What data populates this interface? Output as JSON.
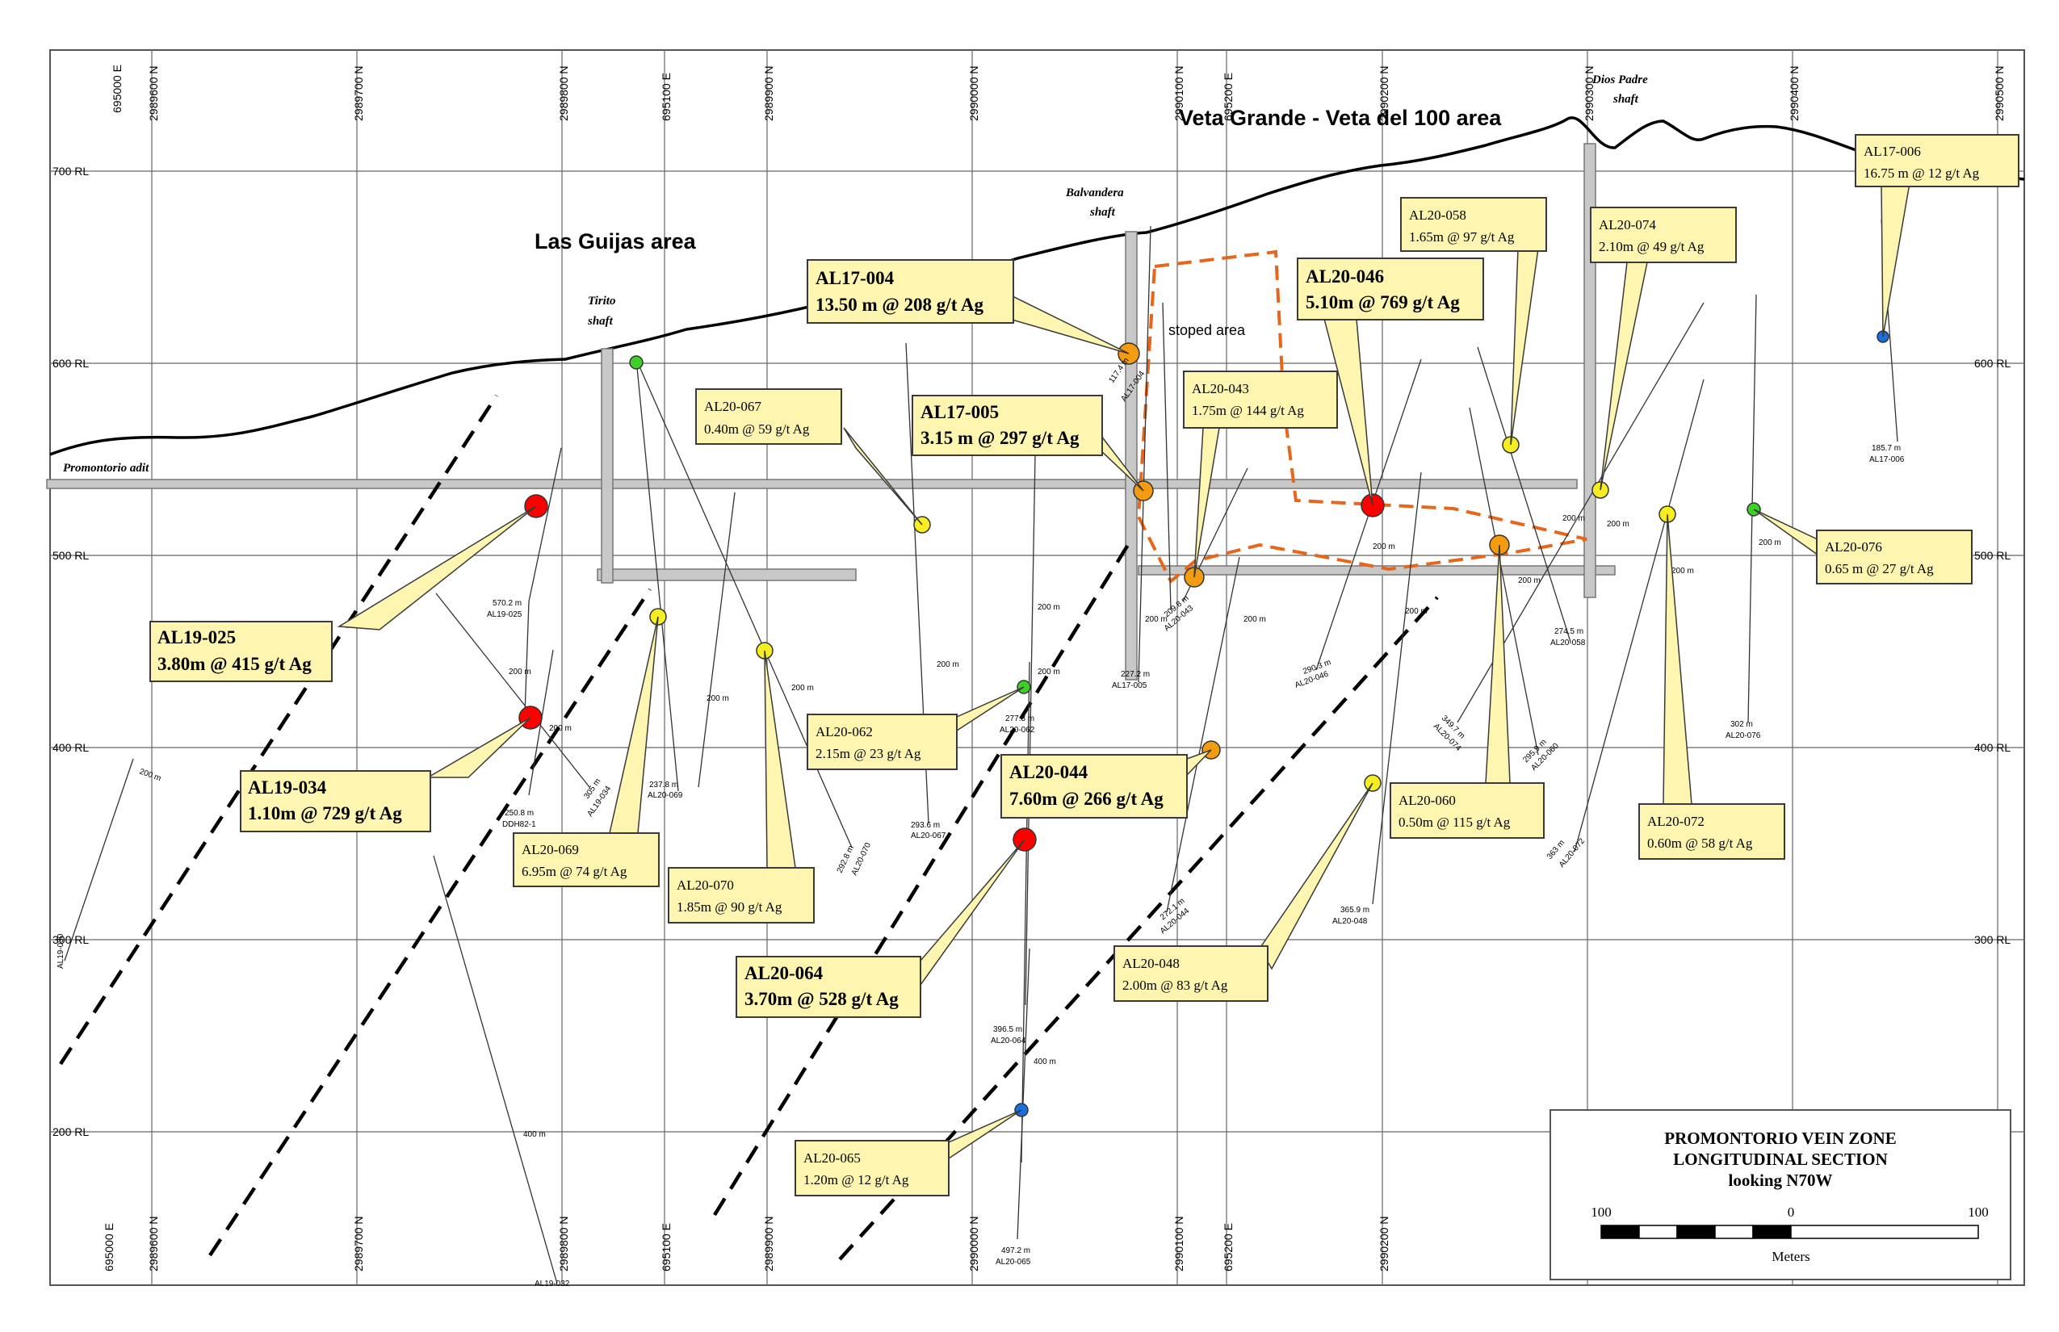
{
  "map": {
    "area_labels": {
      "veta_grande": "Veta Grande - Veta del 100 area",
      "las_guijas": "Las Guijas area",
      "stoped_area": "stoped area"
    },
    "shafts": {
      "tirito_line1": "Tirito",
      "tirito_line2": "shaft",
      "balvandera_line1": "Balvandera",
      "balvandera_line2": "shaft",
      "dios_padre_line1": "Dios Padre",
      "dios_padre_line2": "shaft",
      "promontorio_adit": "Promontorio adit"
    },
    "rl_labels": [
      "700 RL",
      "600 RL",
      "500 RL",
      "400 RL",
      "300 RL",
      "200 RL"
    ],
    "top_grid_labels": [
      "695000 E",
      "2989600 N",
      "2989700 N",
      "2989800 N",
      "695100 E",
      "2989900 N",
      "2990000 N",
      "2990100 N",
      "695200 E",
      "2990200 N",
      "2990300 N",
      "2990400 N",
      "2990500 N"
    ],
    "bottom_grid_labels": [
      "695000 E",
      "2989600 N",
      "2989700 N",
      "2989800 N",
      "695100 E",
      "2989900 N",
      "2990000 N",
      "2990100 N",
      "695200 E",
      "2990200 N"
    ],
    "callouts": [
      {
        "id": "AL19-025",
        "line1": "AL19-025",
        "line2": "3.80m @ 415 g/t Ag"
      },
      {
        "id": "AL19-034",
        "line1": "AL19-034",
        "line2": "1.10m @ 729 g/t Ag"
      },
      {
        "id": "AL20-069",
        "line1": "AL20-069",
        "line2": "6.95m @ 74 g/t Ag"
      },
      {
        "id": "AL20-070",
        "line1": "AL20-070",
        "line2": "1.85m @ 90 g/t Ag"
      },
      {
        "id": "AL20-067",
        "line1": "AL20-067",
        "line2": "0.40m @ 59 g/t Ag"
      },
      {
        "id": "AL17-004",
        "line1": "AL17-004",
        "line2": "13.50 m @ 208 g/t Ag"
      },
      {
        "id": "AL17-005",
        "line1": "AL17-005",
        "line2": "3.15 m @ 297 g/t Ag"
      },
      {
        "id": "AL20-062",
        "line1": "AL20-062",
        "line2": "2.15m @ 23 g/t Ag"
      },
      {
        "id": "AL20-044",
        "line1": "AL20-044",
        "line2": "7.60m @ 266 g/t Ag"
      },
      {
        "id": "AL20-064",
        "line1": "AL20-064",
        "line2": "3.70m @ 528 g/t Ag"
      },
      {
        "id": "AL20-065",
        "line1": "AL20-065",
        "line2": "1.20m @ 12 g/t Ag"
      },
      {
        "id": "AL20-043",
        "line1": "AL20-043",
        "line2": "1.75m @ 144 g/t Ag"
      },
      {
        "id": "AL20-046",
        "line1": "AL20-046",
        "line2": "5.10m @ 769 g/t Ag"
      },
      {
        "id": "AL20-048",
        "line1": "AL20-048",
        "line2": "2.00m @ 83 g/t Ag"
      },
      {
        "id": "AL20-058",
        "line1": "AL20-058",
        "line2": "1.65m @ 97 g/t Ag"
      },
      {
        "id": "AL20-060",
        "line1": "AL20-060",
        "line2": "0.50m @ 115 g/t Ag"
      },
      {
        "id": "AL20-074",
        "line1": "AL20-074",
        "line2": "2.10m @ 49 g/t Ag"
      },
      {
        "id": "AL20-072",
        "line1": "AL20-072",
        "line2": "0.60m @ 58 g/t Ag"
      },
      {
        "id": "AL20-076",
        "line1": "AL20-076",
        "line2": "0.65 m @ 27 g/t Ag"
      },
      {
        "id": "AL17-006",
        "line1": "AL17-006",
        "line2": "16.75 m @ 12 g/t Ag"
      }
    ],
    "hole_labels": {
      "al19_025_depth": "570.2 m",
      "al19_025_id": "AL19-025",
      "ddh_depth": "250.8 m",
      "ddh_id": "DDH82-1",
      "al19_034_depth": "305 m",
      "al19_034_id": "AL19-034",
      "al20_069_depth": "237.8 m",
      "al20_069_id": "AL20-069",
      "al20_070_depth": "292.8 m",
      "al20_070_id": "AL20-070",
      "al20_067_depth": "293.6 m",
      "al20_067_id": "AL20-067",
      "al20_062_depth": "277.8 m",
      "al20_062_id": "AL20-062",
      "al20_064_depth": "396.5 m",
      "al20_064_id": "AL20-064",
      "al20_065_depth": "497.2 m",
      "al20_065_id": "AL20-065",
      "al17_004_depth": "117.4 m",
      "al17_004_id": "AL17-004",
      "al17_005_depth": "227.2 m",
      "al17_005_id": "AL17-005",
      "al20_043_depth": "209.8 m",
      "al20_043_id": "AL20-043",
      "al20_044_depth": "272.1 m",
      "al20_044_id": "AL20-044",
      "al20_046_depth": "290.3 m",
      "al20_046_id": "AL20-046",
      "al20_048_depth": "365.9 m",
      "al20_048_id": "AL20-048",
      "al20_058_depth": "274.5 m",
      "al20_058_id": "AL20-058",
      "al20_060_depth": "295.9 m",
      "al20_060_id": "AL20-060",
      "al20_074_depth": "349.7 m",
      "al20_074_id": "AL20-074",
      "al20_072_depth": "363 m",
      "al20_072_id": "AL20-072",
      "al20_076_depth": "302 m",
      "al20_076_id": "AL20-076",
      "al17_006_depth": "185.7 m",
      "al17_006_id": "AL17-006",
      "al19_032_id": "AL19-032",
      "al19_030_id": "AL19-030",
      "m200": "200 m",
      "m400": "400 m"
    },
    "title_block": {
      "line1": "PROMONTORIO VEIN ZONE",
      "line2": "LONGITUDINAL SECTION",
      "line3": "looking N70W",
      "scale_left": "100",
      "scale_mid": "0",
      "scale_right": "100",
      "scale_units": "Meters"
    },
    "colors": {
      "high_grade": "#ff0000",
      "mid_high": "#f39c12",
      "mid": "#f7ee22",
      "low": "#3ecf29",
      "very_low": "#1a6fe0",
      "stope_outline": "#e8661a",
      "callout_fill": "#fdf5b0",
      "shaft_fill": "#c8c8c8"
    }
  }
}
